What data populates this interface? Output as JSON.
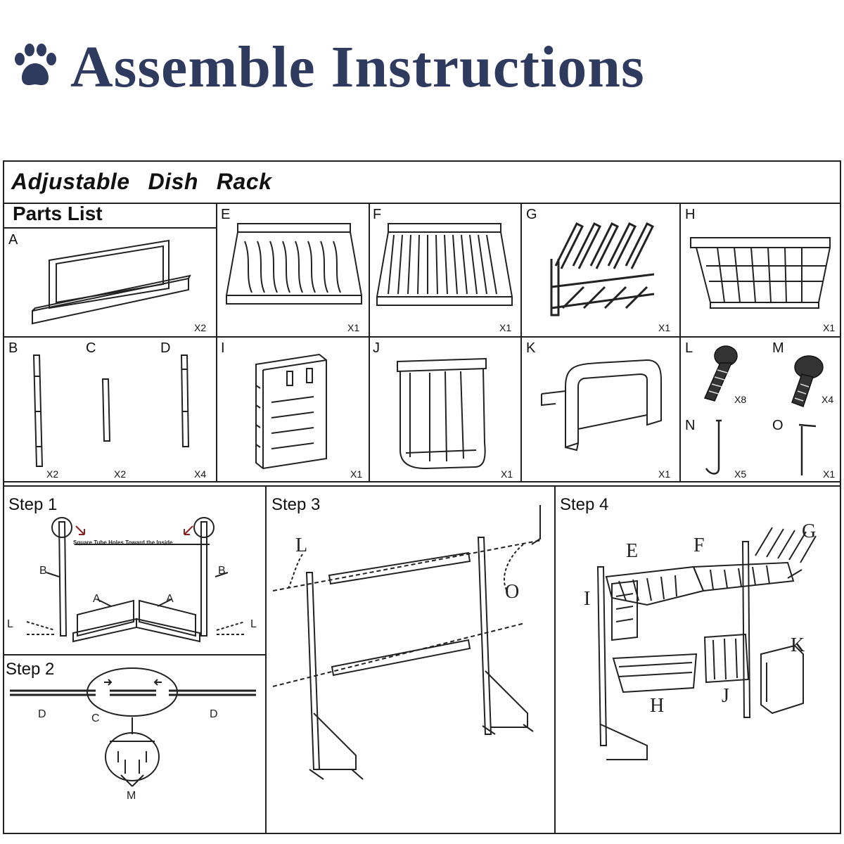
{
  "header": {
    "title": "Assemble Instructions",
    "icon": "paw-icon"
  },
  "sheet": {
    "title_words": [
      "Adjustable",
      "Dish",
      "Rack"
    ],
    "parts_list_label": "Parts List",
    "parts": [
      {
        "letter": "A",
        "qty": "X2"
      },
      {
        "letter": "E",
        "qty": "X1"
      },
      {
        "letter": "F",
        "qty": "X1"
      },
      {
        "letter": "G",
        "qty": "X1"
      },
      {
        "letter": "H",
        "qty": "X1"
      },
      {
        "letter": "B",
        "qty": "X2"
      },
      {
        "letter": "C",
        "qty": "X2"
      },
      {
        "letter": "D",
        "qty": "X4"
      },
      {
        "letter": "I",
        "qty": "X1"
      },
      {
        "letter": "J",
        "qty": "X1"
      },
      {
        "letter": "K",
        "qty": "X1"
      },
      {
        "letter": "L",
        "qty": "X8"
      },
      {
        "letter": "M",
        "qty": "X4"
      },
      {
        "letter": "N",
        "qty": "X5"
      },
      {
        "letter": "O",
        "qty": "X1"
      }
    ],
    "steps": {
      "step1": {
        "title": "Step 1",
        "note": "Square Tube Holes Toward the Inside",
        "labels": [
          "B",
          "B",
          "A",
          "A",
          "L",
          "L"
        ]
      },
      "step2": {
        "title": "Step 2",
        "labels": [
          "D",
          "C",
          "D",
          "M"
        ]
      },
      "step3": {
        "title": "Step 3",
        "labels": [
          "L",
          "O"
        ]
      },
      "step4": {
        "title": "Step 4",
        "labels": [
          "E",
          "F",
          "G",
          "I",
          "H",
          "J",
          "K"
        ]
      }
    }
  }
}
